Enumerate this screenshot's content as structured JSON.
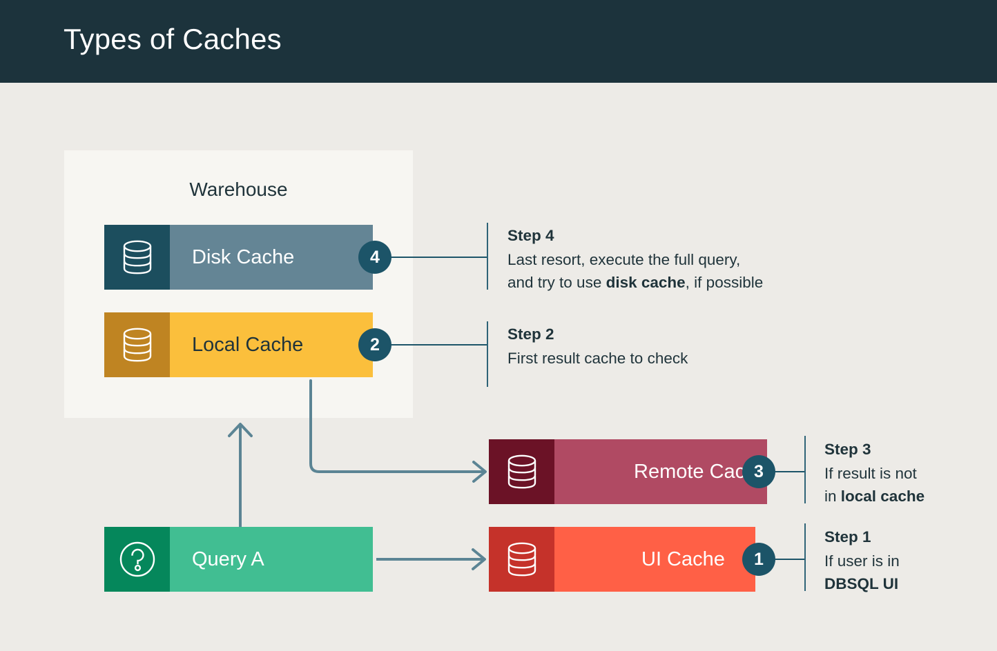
{
  "header": {
    "title": "Types of Caches",
    "background": "#1C333C",
    "text_color": "#FFFFFF"
  },
  "page": {
    "background": "#EDEBE7",
    "accent_badge_color": "#1C5468",
    "connector_color": "#5B8494",
    "text_color": "#1F333A"
  },
  "warehouse": {
    "label": "Warehouse",
    "background": "#F7F6F2"
  },
  "nodes": {
    "disk_cache": {
      "label": "Disk Cache",
      "icon": "database-icon",
      "badge": "4",
      "fill": "#648595",
      "icon_fill": "#1C4E5E",
      "text_color": "#FFFFFF"
    },
    "local_cache": {
      "label": "Local Cache",
      "icon": "database-icon",
      "badge": "2",
      "fill": "#FBBF3C",
      "icon_fill": "#BF8422",
      "text_color": "#1F333A"
    },
    "remote_cache": {
      "label": "Remote Cache",
      "icon": "database-icon",
      "badge": "3",
      "fill": "#B04A63",
      "icon_fill": "#6B1226",
      "text_color": "#FFFFFF"
    },
    "ui_cache": {
      "label": "UI Cache",
      "icon": "database-icon",
      "badge": "1",
      "fill": "#FF6046",
      "icon_fill": "#C5322A",
      "text_color": "#FFFFFF"
    },
    "query": {
      "label": "Query A",
      "icon": "question-mark-circle-icon",
      "fill": "#41BE92",
      "icon_fill": "#05875B",
      "text_color": "#FFFFFF"
    }
  },
  "steps": {
    "step1": {
      "heading": "Step 1",
      "line1": "If user is in",
      "line2_bold": "DBSQL UI"
    },
    "step2": {
      "heading": "Step 2",
      "line1": "First result cache to check"
    },
    "step3": {
      "heading": "Step 3",
      "line1": "If result is not",
      "line2_prefix": "in ",
      "line2_bold": "local cache"
    },
    "step4": {
      "heading": "Step 4",
      "line1": "Last resort, execute the full query,",
      "line2_prefix": "and try to use ",
      "line2_bold": "disk cache",
      "line2_suffix": ", if possible"
    }
  }
}
